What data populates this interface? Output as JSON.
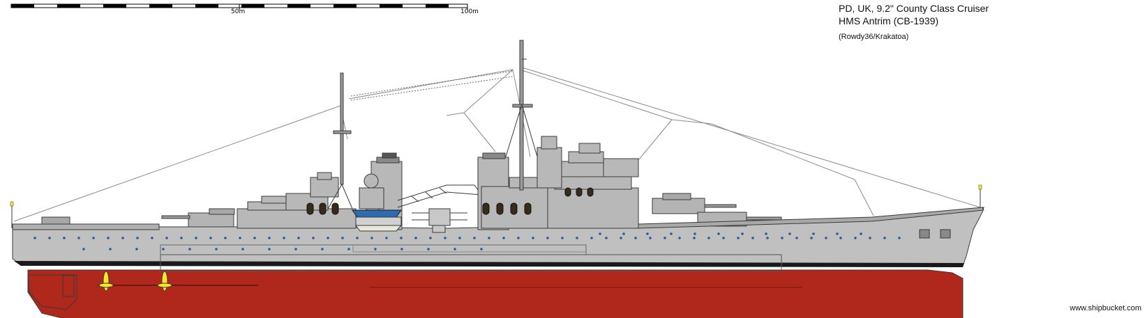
{
  "scale_bar": {
    "label_50": "50m",
    "label_100": "100m"
  },
  "header": {
    "title_line_1": "PD, UK, 9.2\" County Class Cruiser",
    "title_line_2": "HMS Antrim (CB-1939)",
    "credit": "(Rowdy36/Krakatoa)"
  },
  "footer": {
    "website": "www.shipbucket.com"
  },
  "colors": {
    "hull_grey": "#c0c0c0",
    "superstructure_grey": "#b8b8b8",
    "deck_dark": "#8a8a8a",
    "antifouling_red": "#b0281c",
    "boot_top": "#1a1a1a",
    "porthole_blue": "#2a5a9a",
    "boat_blue": "#2f6bb0",
    "propeller_yellow": "#ffe52a",
    "outline": "#3a3a3a",
    "rigging": "#8a8a8a"
  }
}
